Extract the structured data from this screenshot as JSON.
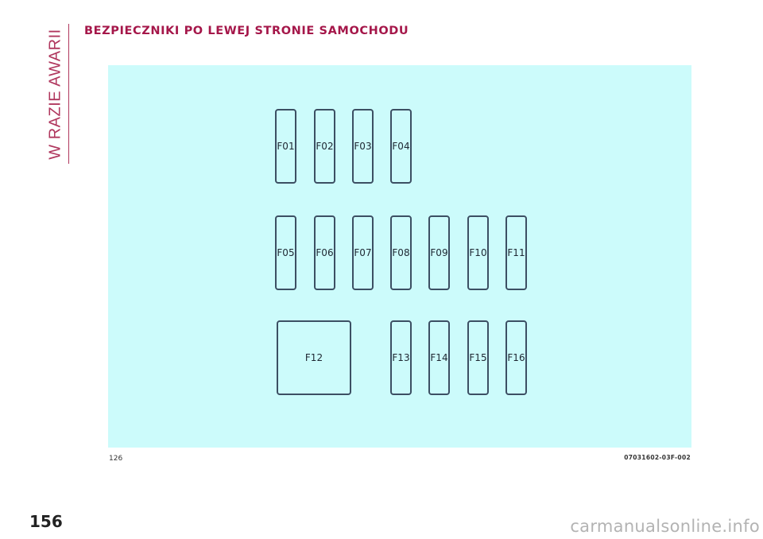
{
  "header": {
    "side_label": "W RAZIE AWARII",
    "title": "BEZPIECZNIKI PO LEWEJ STRONIE SAMOCHODU"
  },
  "diagram": {
    "fuses": [
      {
        "label": "F01"
      },
      {
        "label": "F02"
      },
      {
        "label": "F03"
      },
      {
        "label": "F04"
      },
      {
        "label": "F05"
      },
      {
        "label": "F06"
      },
      {
        "label": "F07"
      },
      {
        "label": "F08"
      },
      {
        "label": "F09"
      },
      {
        "label": "F10"
      },
      {
        "label": "F11"
      },
      {
        "label": "F12"
      },
      {
        "label": "F13"
      },
      {
        "label": "F14"
      },
      {
        "label": "F15"
      },
      {
        "label": "F16"
      }
    ],
    "figure_number": "126",
    "figure_code": "07031602-03F-002"
  },
  "footer": {
    "page_number": "156",
    "watermark": "carmanualsonline.info"
  },
  "colors": {
    "accent": "#a5174a",
    "diagram_bg": "#ccfbfb",
    "fuse_border": "#3c4f63"
  }
}
